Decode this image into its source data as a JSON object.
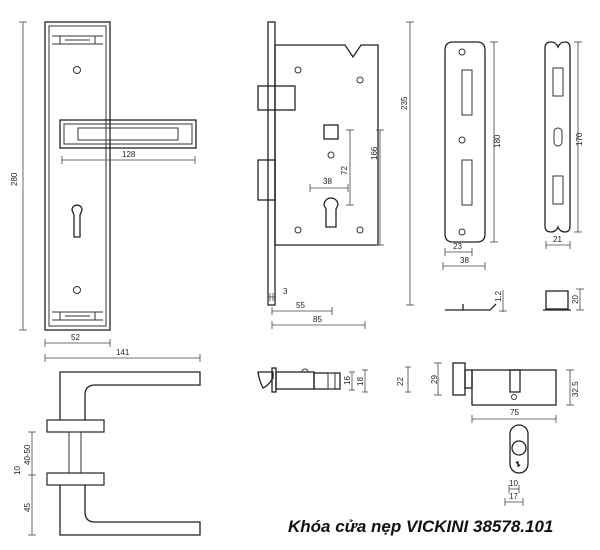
{
  "caption": "Khóa cửa nẹp VICKINI 38578.101",
  "handle_plate": {
    "height": "280",
    "lever_length": "128",
    "plate_width": "52",
    "total_width": "141"
  },
  "handle_side": {
    "door_thickness": "40-50",
    "rose": "10",
    "lever_height": "45"
  },
  "lock_body": {
    "center_distance": "72",
    "body_height": "166",
    "faceplate_height": "235",
    "cylinder_width": "38",
    "faceplate_thickness": "3",
    "backset": "55",
    "body_depth": "85"
  },
  "strike_plate": {
    "height": "180",
    "width_inner": "23",
    "width_outer": "38",
    "thickness": "1.2"
  },
  "strike_box": {
    "height": "170",
    "width": "21",
    "depth": "20"
  },
  "latch": {
    "d1": "16",
    "d2": "18",
    "d3": "22"
  },
  "cylinder": {
    "knob_height": "29",
    "body_height": "32.5",
    "length": "75",
    "inner_width": "10",
    "outer_width": "17"
  }
}
